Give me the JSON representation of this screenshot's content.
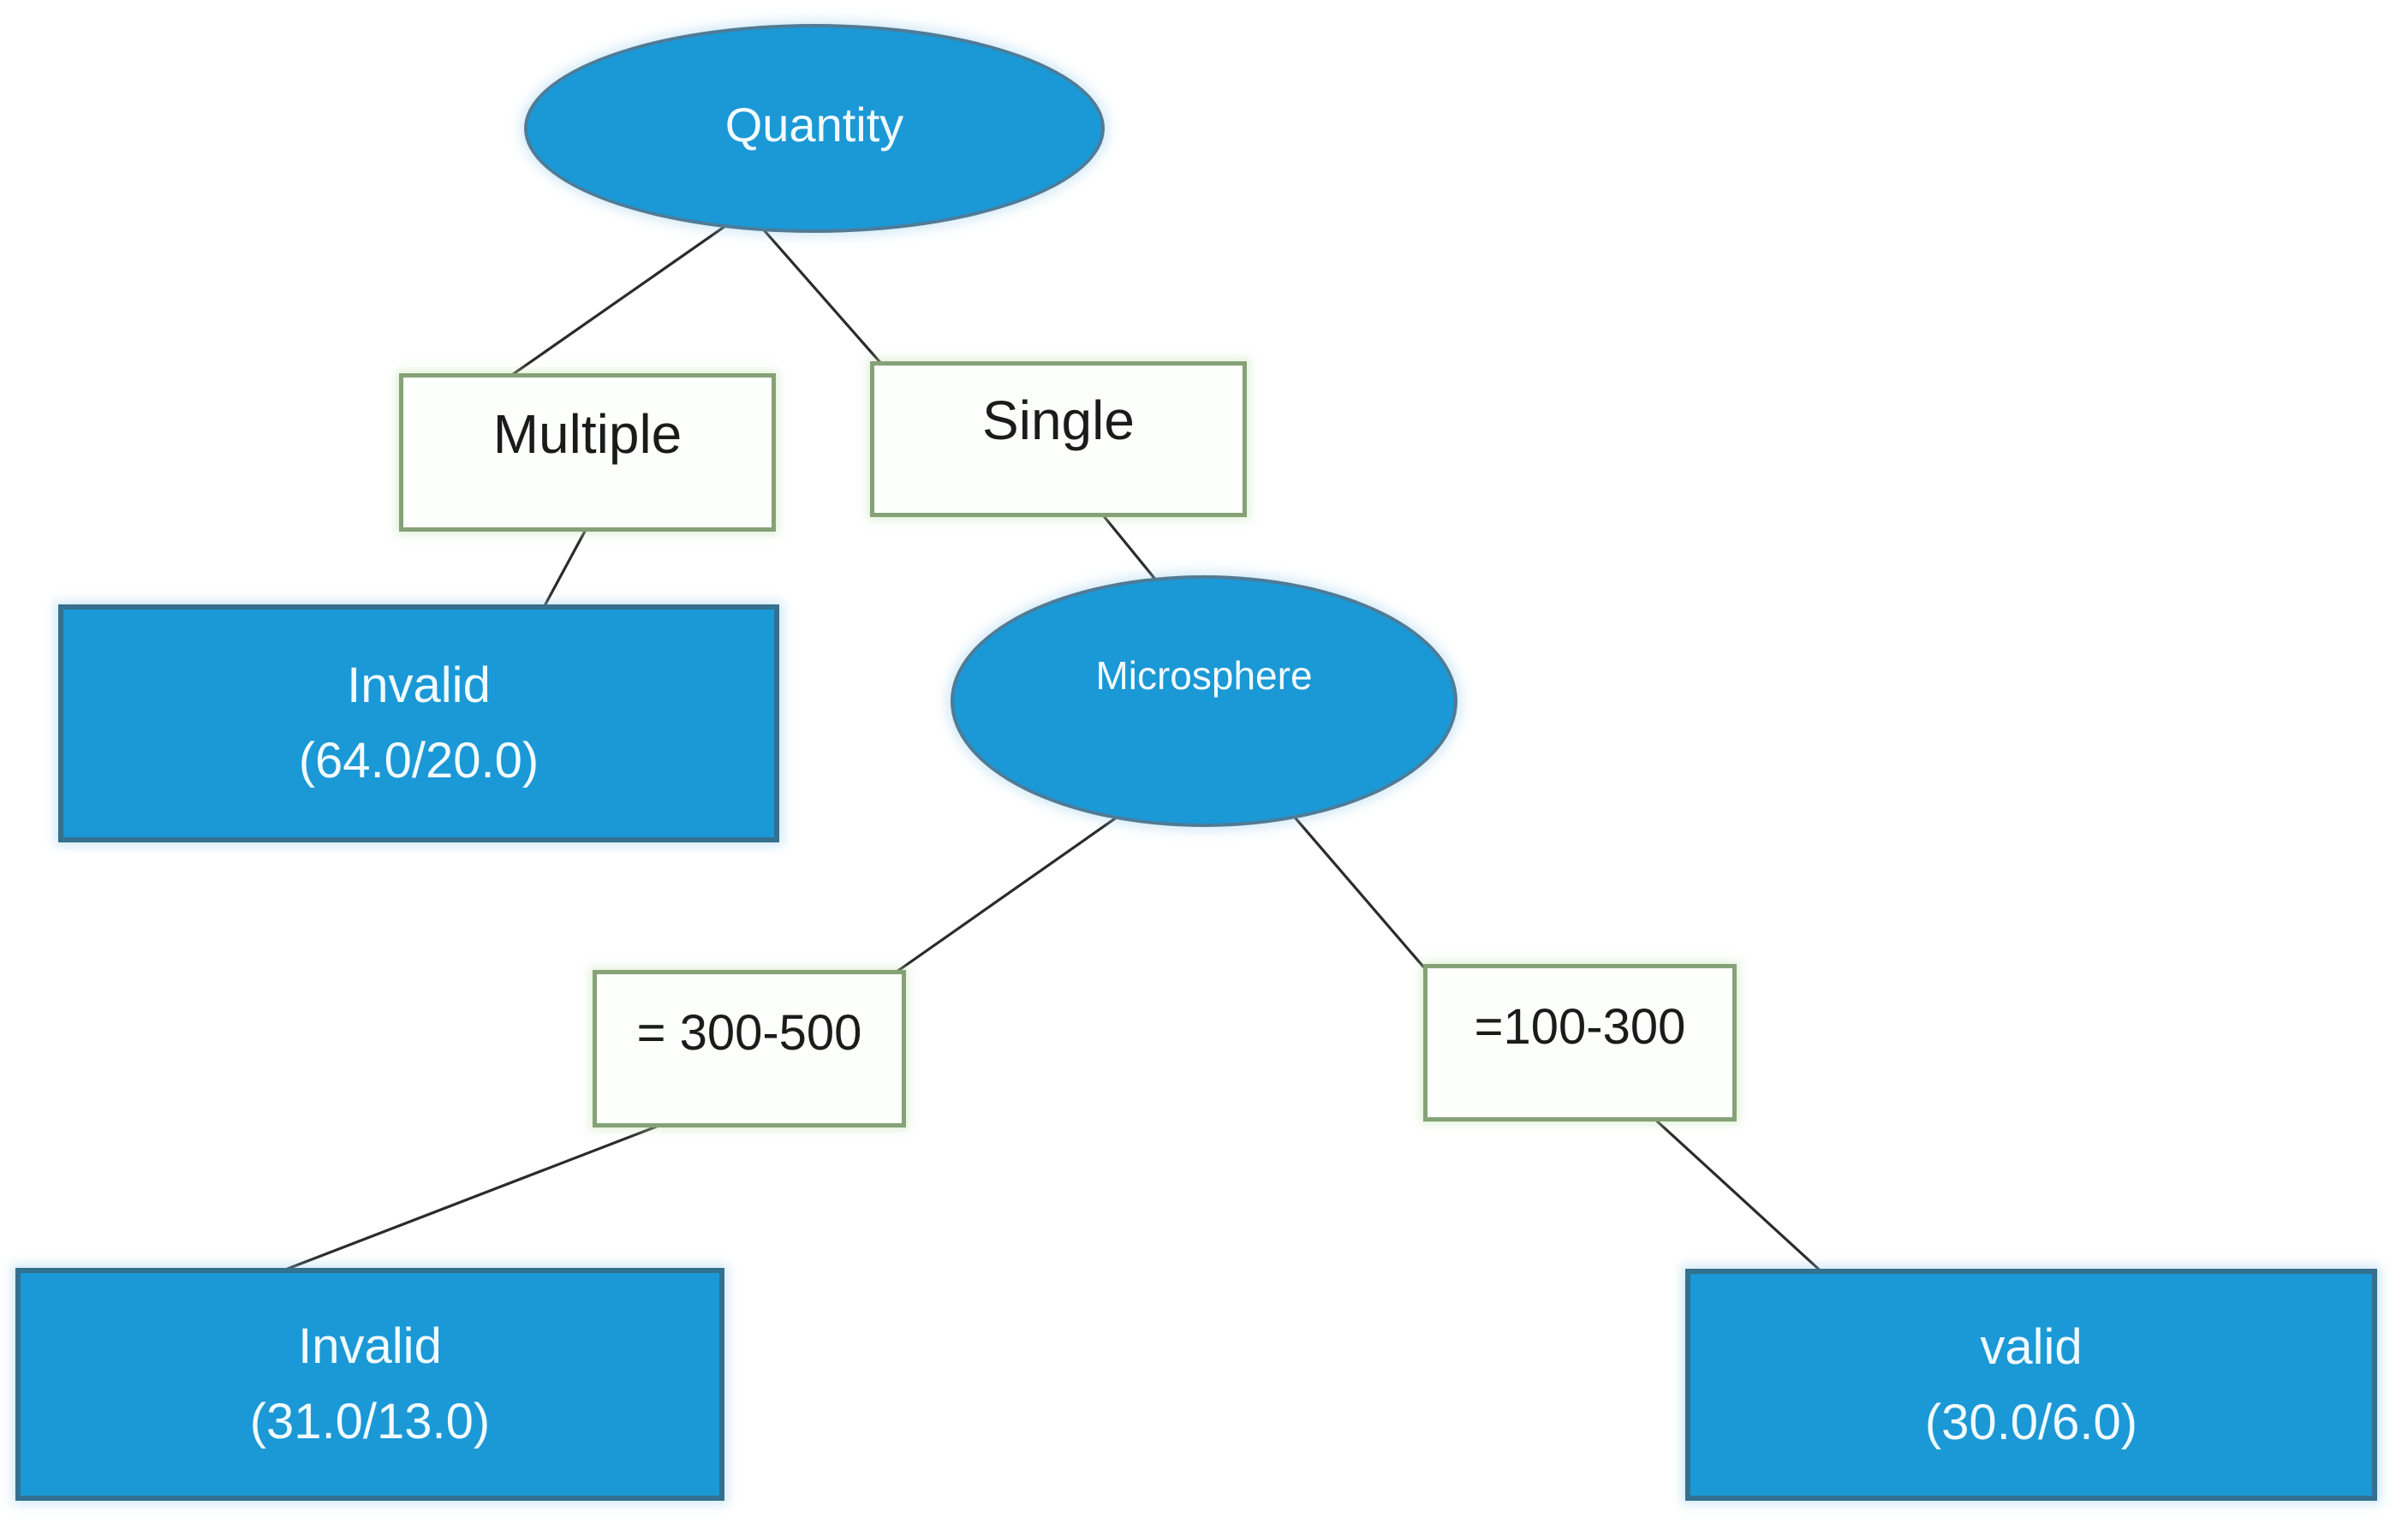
{
  "colors": {
    "node_fill": "#1b98d6",
    "node_border": "#34708f",
    "ellipse_border": "#4f7b96",
    "branch_box_border": "#85a277",
    "branch_box_fill": "#fdfffc",
    "edge_line": "#2b2b2b",
    "leaf_text": "#f2fbff",
    "branch_text": "#1b1b1b"
  },
  "tree": {
    "root": {
      "label": "Quantity"
    },
    "internal": {
      "microsphere": {
        "label": "Microsphere"
      }
    },
    "branches": {
      "multiple": {
        "label": "Multiple"
      },
      "single": {
        "label": "Single"
      },
      "range_300_500": {
        "label": "= 300-500"
      },
      "range_100_300": {
        "label": "=100-300"
      }
    },
    "leaves": {
      "invalid_multiple": {
        "label": "Invalid",
        "count": "(64.0/20.0)"
      },
      "invalid_300_500": {
        "label": "Invalid",
        "count": "(31.0/13.0)"
      },
      "valid_100_300": {
        "label": "valid",
        "count": "(30.0/6.0)"
      }
    }
  }
}
